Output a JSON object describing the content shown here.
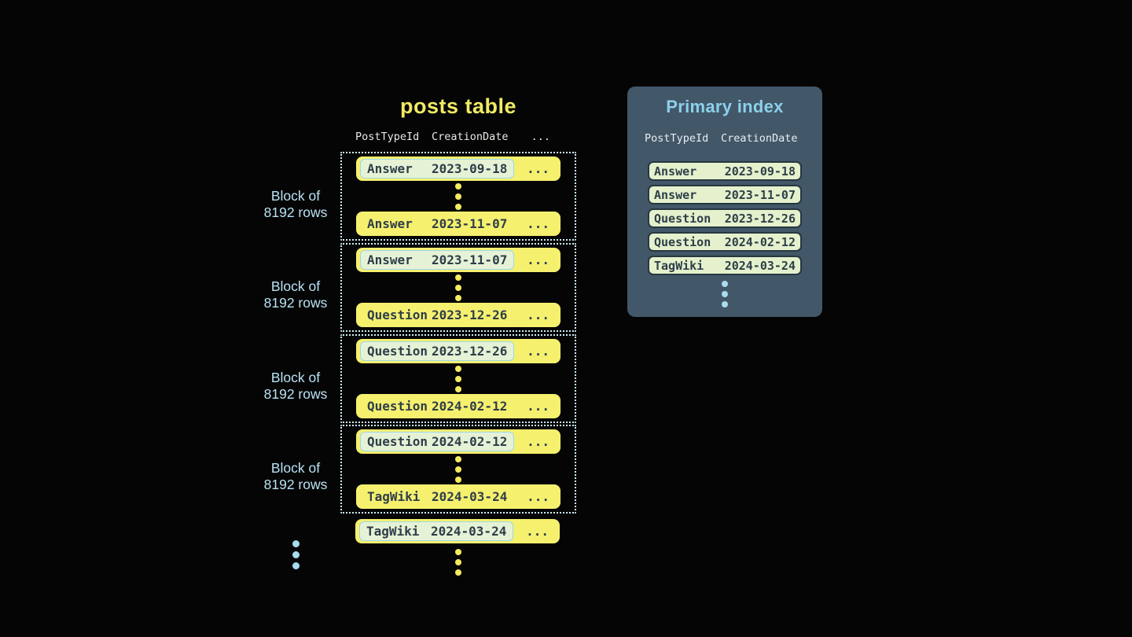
{
  "palette": {
    "background": "#050505",
    "row_yellow": "#f6f06f",
    "highlight_pill_green": "#e6f2d6",
    "highlight_pill_border_blue": "#9ed7ea",
    "index_row_green": "#e4f1cc",
    "index_row_border_dark": "#273741",
    "dark_text": "#2e3e49",
    "panel_slate": "#425768",
    "block_label_blue": "#b9e2f4",
    "posts_title_yellow": "#f0ea63",
    "index_title_blue": "#8cd0ec",
    "header_text": "#e8e8e3",
    "dotted_block_border": "#cfeef7",
    "yellow_dot": "#f2ec5f",
    "blue_dot": "#a9dcef"
  },
  "posts_table": {
    "title": "posts table",
    "header": {
      "col1": "PostTypeId",
      "col2": "CreationDate",
      "col3": "..."
    },
    "row_ellipsis": "...",
    "block_label": {
      "line1": "Block of",
      "line2": "8192 rows"
    },
    "blocks": [
      {
        "first_row": {
          "post_type": "Answer",
          "creation_date": "2023-09-18"
        },
        "last_row": {
          "post_type": "Answer",
          "creation_date": "2023-11-07"
        }
      },
      {
        "first_row": {
          "post_type": "Answer",
          "creation_date": "2023-11-07"
        },
        "last_row": {
          "post_type": "Question",
          "creation_date": "2023-12-26"
        }
      },
      {
        "first_row": {
          "post_type": "Question",
          "creation_date": "2023-12-26"
        },
        "last_row": {
          "post_type": "Question",
          "creation_date": "2024-02-12"
        }
      },
      {
        "first_row": {
          "post_type": "Question",
          "creation_date": "2024-02-12"
        },
        "last_row": {
          "post_type": "TagWiki",
          "creation_date": "2024-03-24"
        }
      }
    ],
    "next_block_first_row": {
      "post_type": "TagWiki",
      "creation_date": "2024-03-24"
    }
  },
  "primary_index": {
    "title": "Primary index",
    "header": {
      "col1": "PostTypeId",
      "col2": "CreationDate"
    },
    "rows": [
      {
        "post_type": "Answer",
        "creation_date": "2023-09-18"
      },
      {
        "post_type": "Answer",
        "creation_date": "2023-11-07"
      },
      {
        "post_type": "Question",
        "creation_date": "2023-12-26"
      },
      {
        "post_type": "Question",
        "creation_date": "2024-02-12"
      },
      {
        "post_type": "TagWiki",
        "creation_date": "2024-03-24"
      }
    ]
  }
}
